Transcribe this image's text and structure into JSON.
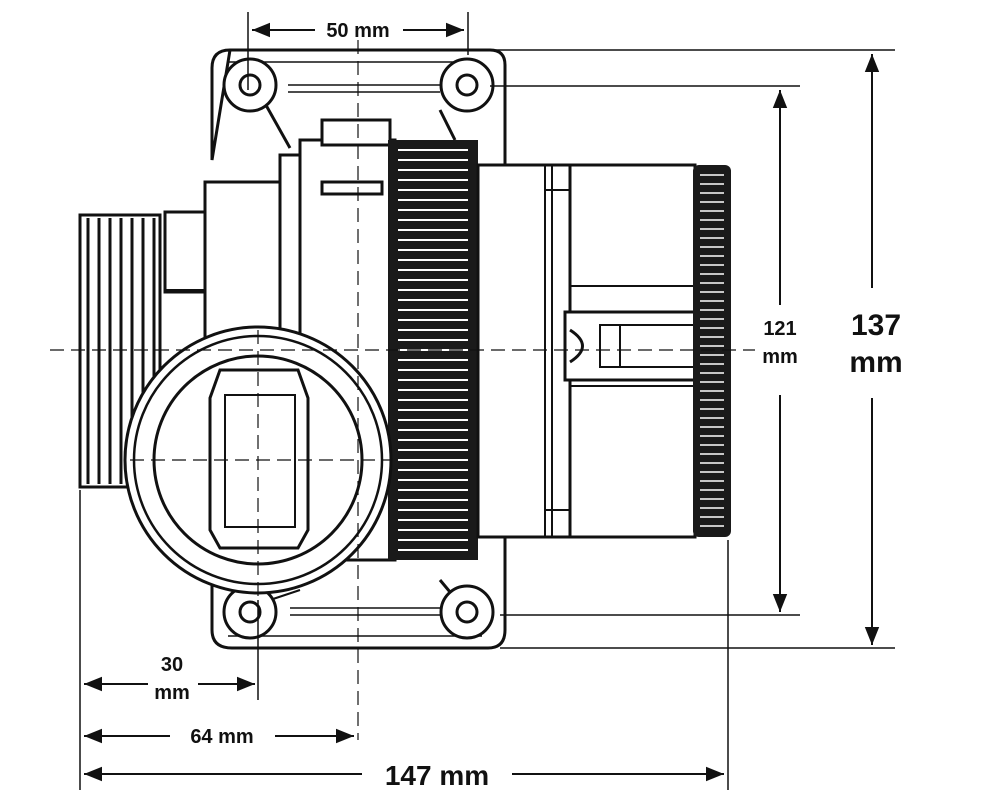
{
  "dimensions": {
    "top_width": "50 mm",
    "inner_height_value": "121",
    "inner_height_unit": "mm",
    "outer_height_value": "137",
    "outer_height_unit": "mm",
    "short_offset_value": "30",
    "short_offset_unit": "mm",
    "mid_offset": "64 mm",
    "total_width": "147 mm"
  },
  "colors": {
    "line": "#111111",
    "fill": "#ffffff",
    "grip": "#1a1a1a"
  }
}
